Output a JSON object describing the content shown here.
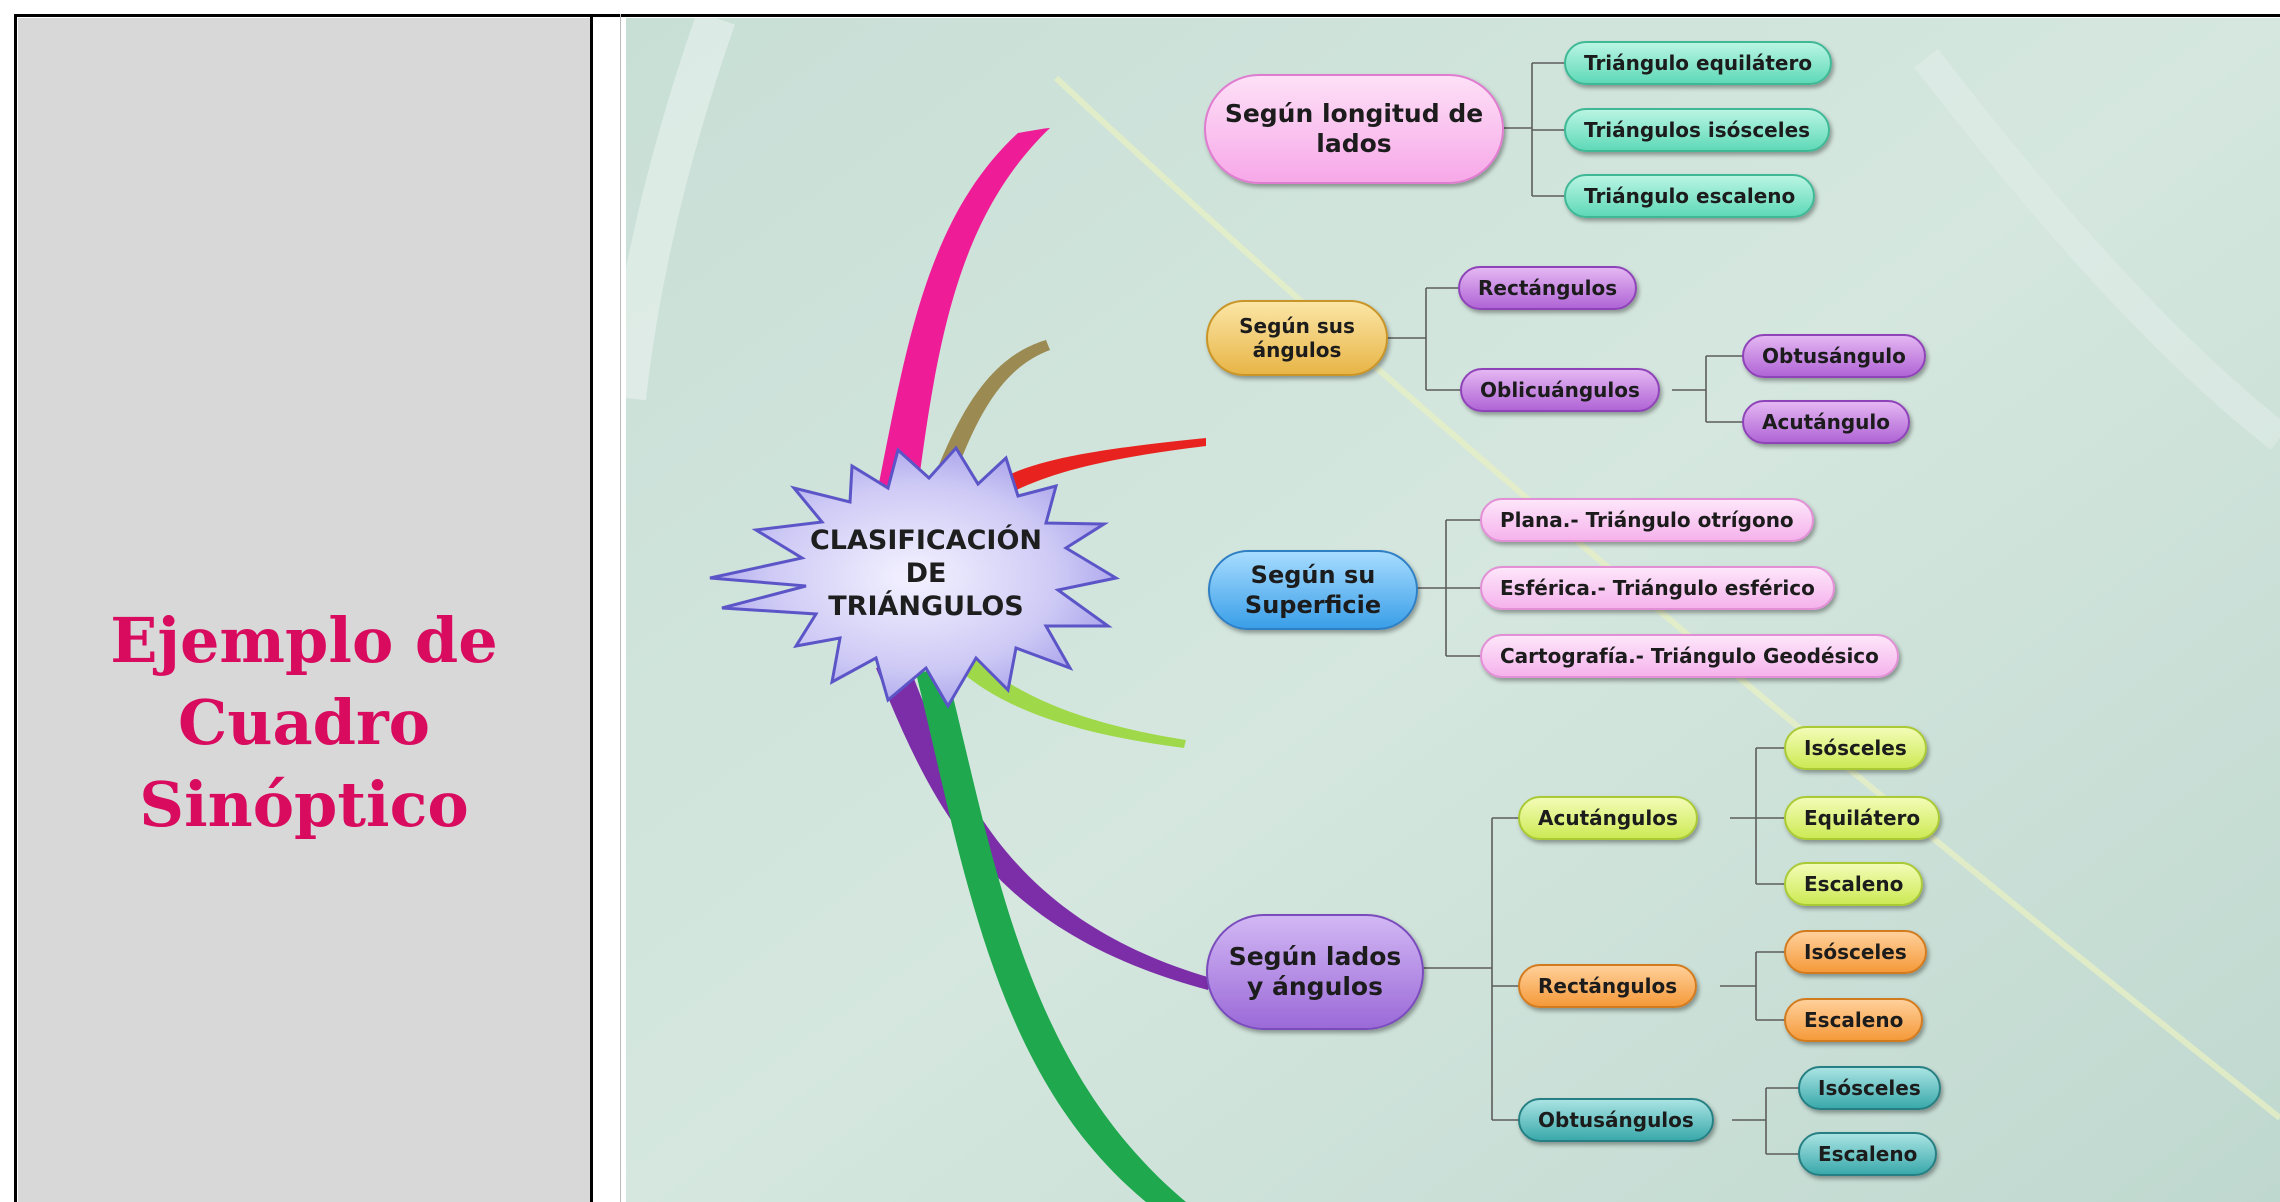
{
  "cell": {
    "title_lines": [
      "Ejemplo de",
      "Cuadro",
      "Sinóptico"
    ],
    "title_color": "#d80b5f"
  },
  "diagram": {
    "center_lines": [
      "CLASIFICACIÓN",
      "DE",
      "TRIÁNGULOS"
    ],
    "branches": {
      "longitud": {
        "label": "Según longitud de lados",
        "children": [
          "Triángulo equilátero",
          "Triángulos isósceles",
          "Triángulo escaleno"
        ]
      },
      "angulos": {
        "label": "Según sus ángulos",
        "rectangulos": "Rectángulos",
        "oblicuangulos": "Oblicuángulos",
        "oblicuangulos_children": [
          "Obtusángulo",
          "Acutángulo"
        ]
      },
      "superficie": {
        "label": "Según su Superficie",
        "children": [
          "Plana.- Triángulo otrígono",
          "Esférica.- Triángulo esférico",
          "Cartografía.- Triángulo Geodésico"
        ]
      },
      "lados_angulos": {
        "label": "Según lados y ángulos",
        "acutangulos": {
          "label": "Acutángulos",
          "children": [
            "Isósceles",
            "Equilátero",
            "Escaleno"
          ]
        },
        "rectangulos": {
          "label": "Rectángulos",
          "children": [
            "Isósceles",
            "Escaleno"
          ]
        },
        "obtusangulos": {
          "label": "Obtusángulos",
          "children": [
            "Isósceles",
            "Escaleno"
          ]
        }
      }
    }
  }
}
